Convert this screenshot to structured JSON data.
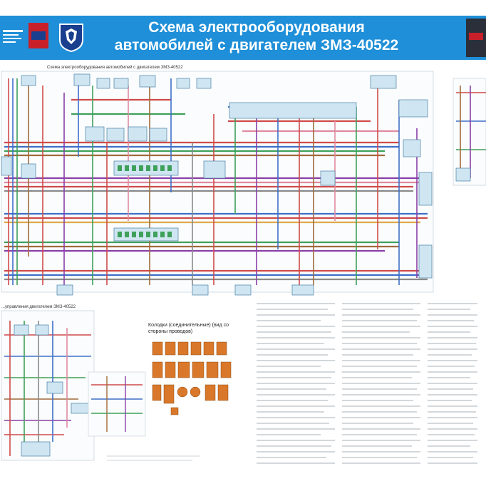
{
  "header": {
    "title_line1": "Схема электрооборудования",
    "title_line2": "автомобилей с двигателем ЗМЗ-40522"
  },
  "main_diagram": {
    "caption": "Схема электрооборудования автомобилей с двигателем ЗМЗ-40522"
  },
  "engine_diagram": {
    "caption": "...управления двигателем ЗМЗ-40522"
  },
  "connectors_legend": {
    "title": "Колодки (соединительные) (вид со стороны проводов)"
  },
  "colors": {
    "banner": "#1e8fd8",
    "wire_red": "#d04a4a",
    "wire_blue": "#3f6fc8",
    "wire_green": "#3fa05a",
    "wire_brown": "#a06a3c",
    "wire_purple": "#8a3fa8",
    "wire_gray": "#8a8a8a",
    "wire_pink": "#e08aa0",
    "component_fill": "#cfe6f2",
    "connector_orange": "#d9782a"
  }
}
